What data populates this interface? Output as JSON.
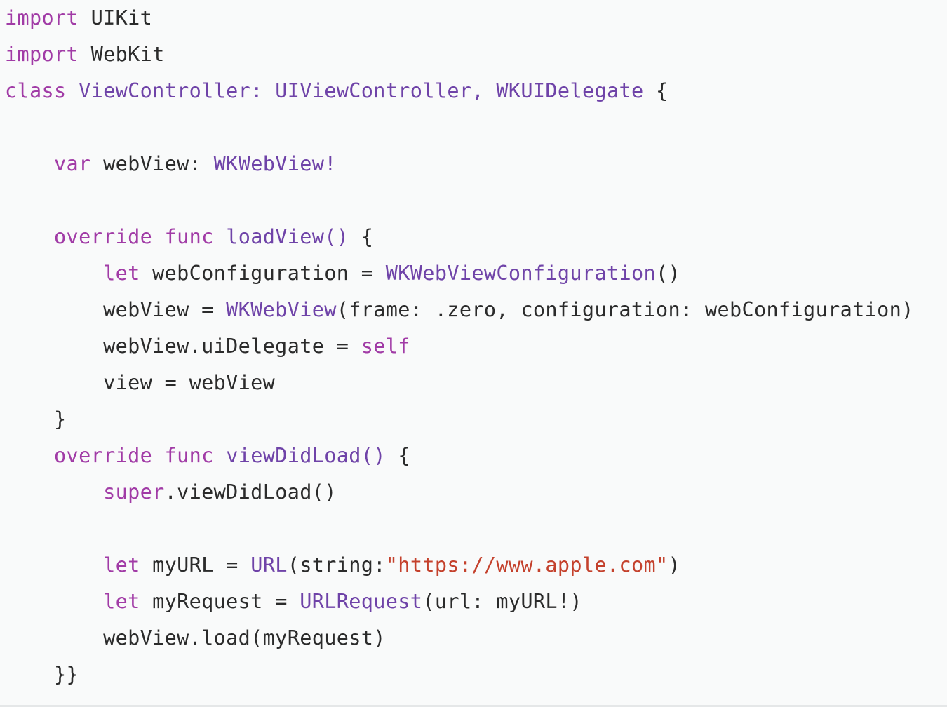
{
  "colors": {
    "background": "#f9fafa",
    "keyword": "#a13ba6",
    "type": "#6f43a8",
    "string": "#c4412c",
    "plain": "#2b2b2b"
  },
  "code": {
    "language": "swift",
    "lines": [
      [
        {
          "t": "import",
          "k": "keyword"
        },
        {
          "t": " UIKit",
          "k": "plain"
        }
      ],
      [
        {
          "t": "import",
          "k": "keyword"
        },
        {
          "t": " WebKit",
          "k": "plain"
        }
      ],
      [
        {
          "t": "class",
          "k": "keyword"
        },
        {
          "t": " ",
          "k": "plain"
        },
        {
          "t": "ViewController",
          "k": "type"
        },
        {
          "t": ": ",
          "k": "type"
        },
        {
          "t": "UIViewController",
          "k": "type"
        },
        {
          "t": ", ",
          "k": "type"
        },
        {
          "t": "WKUIDelegate",
          "k": "type"
        },
        {
          "t": " {",
          "k": "plain"
        }
      ],
      [],
      [
        {
          "t": "    ",
          "k": "plain"
        },
        {
          "t": "var",
          "k": "keyword"
        },
        {
          "t": " webView: ",
          "k": "plain"
        },
        {
          "t": "WKWebView!",
          "k": "type"
        }
      ],
      [],
      [
        {
          "t": "    ",
          "k": "plain"
        },
        {
          "t": "override",
          "k": "keyword"
        },
        {
          "t": " ",
          "k": "plain"
        },
        {
          "t": "func",
          "k": "keyword"
        },
        {
          "t": " ",
          "k": "plain"
        },
        {
          "t": "loadView()",
          "k": "type"
        },
        {
          "t": " {",
          "k": "plain"
        }
      ],
      [
        {
          "t": "        ",
          "k": "plain"
        },
        {
          "t": "let",
          "k": "keyword"
        },
        {
          "t": " webConfiguration = ",
          "k": "plain"
        },
        {
          "t": "WKWebViewConfiguration",
          "k": "type"
        },
        {
          "t": "()",
          "k": "plain"
        }
      ],
      [
        {
          "t": "        webView = ",
          "k": "plain"
        },
        {
          "t": "WKWebView",
          "k": "type"
        },
        {
          "t": "(frame: .zero, configuration: webConfiguration)",
          "k": "plain"
        }
      ],
      [
        {
          "t": "        webView.uiDelegate = ",
          "k": "plain"
        },
        {
          "t": "self",
          "k": "keyword"
        }
      ],
      [
        {
          "t": "        view = webView",
          "k": "plain"
        }
      ],
      [
        {
          "t": "    }",
          "k": "plain"
        }
      ],
      [
        {
          "t": "    ",
          "k": "plain"
        },
        {
          "t": "override",
          "k": "keyword"
        },
        {
          "t": " ",
          "k": "plain"
        },
        {
          "t": "func",
          "k": "keyword"
        },
        {
          "t": " ",
          "k": "plain"
        },
        {
          "t": "viewDidLoad()",
          "k": "type"
        },
        {
          "t": " {",
          "k": "plain"
        }
      ],
      [
        {
          "t": "        ",
          "k": "plain"
        },
        {
          "t": "super",
          "k": "keyword"
        },
        {
          "t": ".viewDidLoad()",
          "k": "plain"
        }
      ],
      [],
      [
        {
          "t": "        ",
          "k": "plain"
        },
        {
          "t": "let",
          "k": "keyword"
        },
        {
          "t": " myURL = ",
          "k": "plain"
        },
        {
          "t": "URL",
          "k": "type"
        },
        {
          "t": "(string:",
          "k": "plain"
        },
        {
          "t": "\"https://www.apple.com\"",
          "k": "string"
        },
        {
          "t": ")",
          "k": "plain"
        }
      ],
      [
        {
          "t": "        ",
          "k": "plain"
        },
        {
          "t": "let",
          "k": "keyword"
        },
        {
          "t": " myRequest = ",
          "k": "plain"
        },
        {
          "t": "URLRequest",
          "k": "type"
        },
        {
          "t": "(url: myURL!)",
          "k": "plain"
        }
      ],
      [
        {
          "t": "        webView.load(myRequest)",
          "k": "plain"
        }
      ],
      [
        {
          "t": "    }}",
          "k": "plain"
        }
      ]
    ]
  }
}
